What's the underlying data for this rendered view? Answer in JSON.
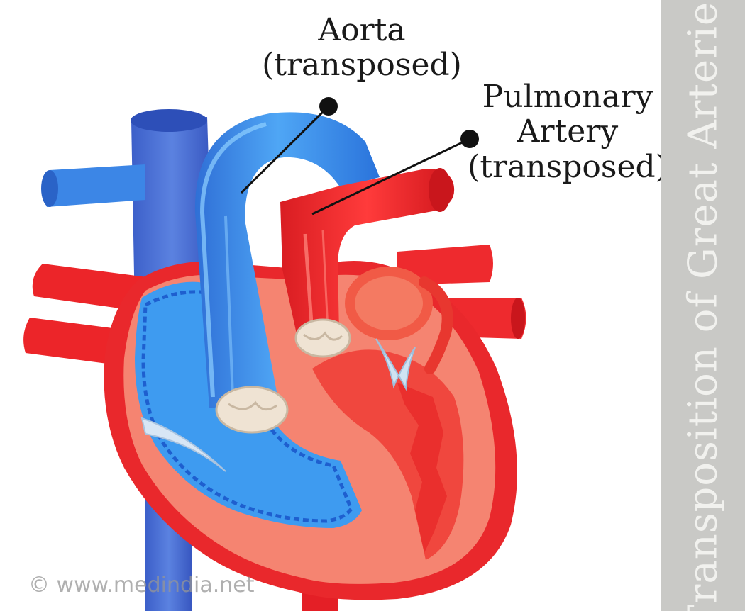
{
  "labels": {
    "aorta_line1": "Aorta",
    "aorta_line2": "(transposed)",
    "pulmonary_line1": "Pulmonary",
    "pulmonary_line2": "Artery",
    "pulmonary_line3": "(transposed)"
  },
  "side_title": "Transposition of Great Arteries",
  "watermark": "© www.medindia.net",
  "colors": {
    "deoxygenated_blue": "#3d8fe8",
    "oxygenated_red": "#ee2a2e",
    "myocardium": "#f57e6c",
    "valve": "#efe3d3",
    "side_band": "#c9c9c6"
  }
}
